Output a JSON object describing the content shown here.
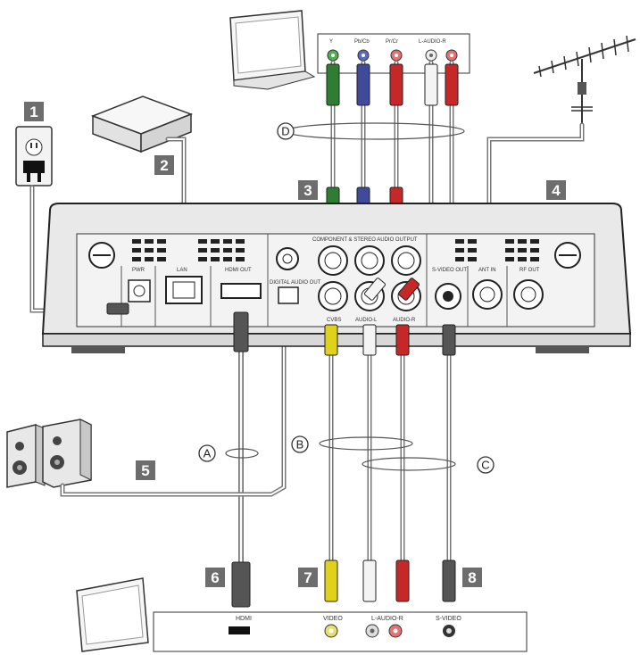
{
  "callouts": {
    "numbers": [
      "1",
      "2",
      "3",
      "4",
      "5",
      "6",
      "7",
      "8"
    ],
    "letters": [
      "A",
      "B",
      "C",
      "D"
    ]
  },
  "tv_top_panel": {
    "labels": [
      "Y",
      "Pb/Cb",
      "Pr/Cr",
      "L-AUDIO-R"
    ]
  },
  "tv_bottom_panel": {
    "labels": [
      "HDMI",
      "VIDEO",
      "L-AUDIO-R",
      "S-VIDEO"
    ]
  },
  "device_rear": {
    "labels": {
      "power": "PWR",
      "lan": "LAN",
      "hdmi": "HDMI OUT",
      "component": "COMPONENT & STEREO AUDIO OUTPUT",
      "spdif": "DIGITAL AUDIO OUT",
      "cvbs": "CVBS",
      "audio_l": "AUDIO-L",
      "audio_r": "AUDIO-R",
      "svideo": "S-VIDEO OUT",
      "ant_in": "ANT IN",
      "rf_out": "RF OUT"
    }
  },
  "colors": {
    "callout_box": "#6d6d6d",
    "green": "#2e7d32",
    "blue": "#3f4a9a",
    "red": "#c62828",
    "yellow": "#e0d21a",
    "white": "#f4f4f4",
    "device_body": "#e9e9e9",
    "device_outline": "#222222"
  },
  "icons": [
    "wall-outlet-icon",
    "router-icon",
    "tv-icon",
    "antenna-icon",
    "speakers-icon",
    "tv-icon"
  ]
}
